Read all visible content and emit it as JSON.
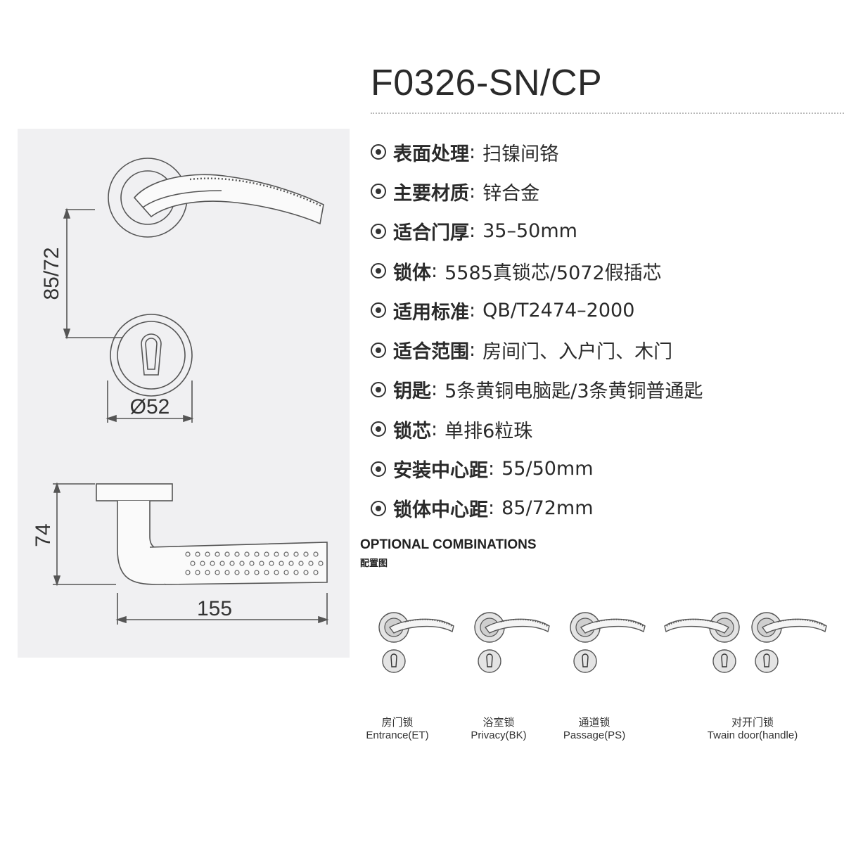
{
  "product": {
    "model": "F0326-SN/CP"
  },
  "drawing": {
    "dim_center_distance": "85/72",
    "dim_rose_diameter": "Ø52",
    "dim_projection": "74",
    "dim_length": "155"
  },
  "specs": [
    {
      "icon": "finish-icon",
      "label": "表面处理",
      "value": "扫镍间铬"
    },
    {
      "icon": "material-icon",
      "label": "主要材质",
      "value": "锌合金"
    },
    {
      "icon": "door-thickness-icon",
      "label": "适合门厚",
      "value": "35–50mm"
    },
    {
      "icon": "lock-body-icon",
      "label": "锁体",
      "value": "5585真锁芯/5072假插芯"
    },
    {
      "icon": "standard-icon",
      "label": "适用标准",
      "value": "QB/T2474–2000"
    },
    {
      "icon": "scope-icon",
      "label": "适合范围",
      "value": "房间门、入户门、木门"
    },
    {
      "icon": "key-icon",
      "label": "钥匙",
      "value": "5条黄铜电脑匙/3条黄铜普通匙"
    },
    {
      "icon": "cylinder-icon",
      "label": "锁芯",
      "value": "单排6粒珠"
    },
    {
      "icon": "backset-icon",
      "label": "安装中心距",
      "value": "55/50mm"
    },
    {
      "icon": "center-distance-icon",
      "label": "锁体中心距",
      "value": "85/72mm"
    }
  ],
  "optional": {
    "title": "OPTIONAL COMBINATIONS",
    "subtitle": "配置图",
    "combos": [
      {
        "cn": "房门锁",
        "en": "Entrance(ET)"
      },
      {
        "cn": "浴室锁",
        "en": "Privacy(BK)"
      },
      {
        "cn": "通道锁",
        "en": "Passage(PS)"
      },
      {
        "cn": "对开门锁",
        "en": "Twain door(handle)"
      }
    ]
  },
  "colors": {
    "panel": "#f0f0f2",
    "ink": "#2a2a2a",
    "line": "#555555"
  }
}
